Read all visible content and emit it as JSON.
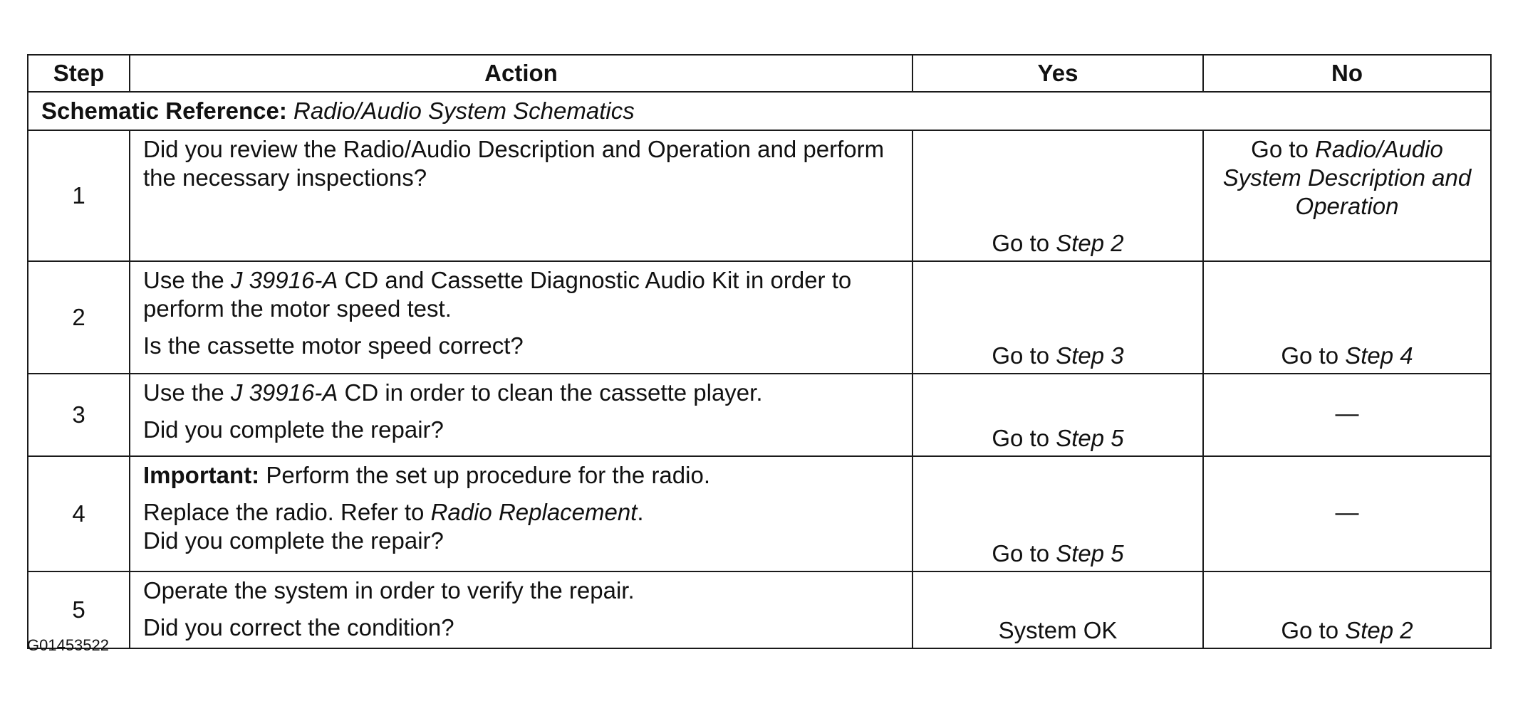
{
  "table": {
    "headers": {
      "step": "Step",
      "action": "Action",
      "yes": "Yes",
      "no": "No"
    },
    "reference": {
      "label": "Schematic Reference:",
      "value": "Radio/Audio System Schematics"
    },
    "rows": [
      {
        "step": "1",
        "action": {
          "line1": "Did you review the Radio/Audio Description and Operation and perform the necessary inspections?"
        },
        "yes": {
          "prefix": "Go to",
          "target": "Step 2"
        },
        "no": {
          "prefix": "Go to",
          "target": "Radio/Audio System Description and Operation"
        }
      },
      {
        "step": "2",
        "action": {
          "line1_a": "Use the",
          "line1_tool": "J 39916-A",
          "line1_b": "CD and Cassette Diagnostic Audio Kit in order to perform the motor speed test.",
          "line2": "Is the cassette motor speed correct?"
        },
        "yes": {
          "prefix": "Go to",
          "target": "Step 3"
        },
        "no": {
          "prefix": "Go to",
          "target": "Step 4"
        }
      },
      {
        "step": "3",
        "action": {
          "line1_a": "Use the",
          "line1_tool": "J 39916-A",
          "line1_b": "CD in order to clean the cassette player.",
          "line2": "Did you complete the repair?"
        },
        "yes": {
          "prefix": "Go to",
          "target": "Step 5"
        },
        "no": {
          "text": "—"
        }
      },
      {
        "step": "4",
        "action": {
          "important_label": "Important:",
          "important_text": "Perform the set up procedure for the radio.",
          "line2_a": "Replace the radio. Refer to",
          "line2_ref": "Radio Replacement",
          "line2_b": ".",
          "line3": "Did you complete the repair?"
        },
        "yes": {
          "prefix": "Go to",
          "target": "Step 5"
        },
        "no": {
          "text": "—"
        }
      },
      {
        "step": "5",
        "action": {
          "line1": "Operate the system in order to verify the repair.",
          "line2": "Did you correct the condition?"
        },
        "yes": {
          "text": "System OK"
        },
        "no": {
          "prefix": "Go to",
          "target": "Step 2"
        }
      }
    ]
  },
  "figure_id": "G01453522"
}
